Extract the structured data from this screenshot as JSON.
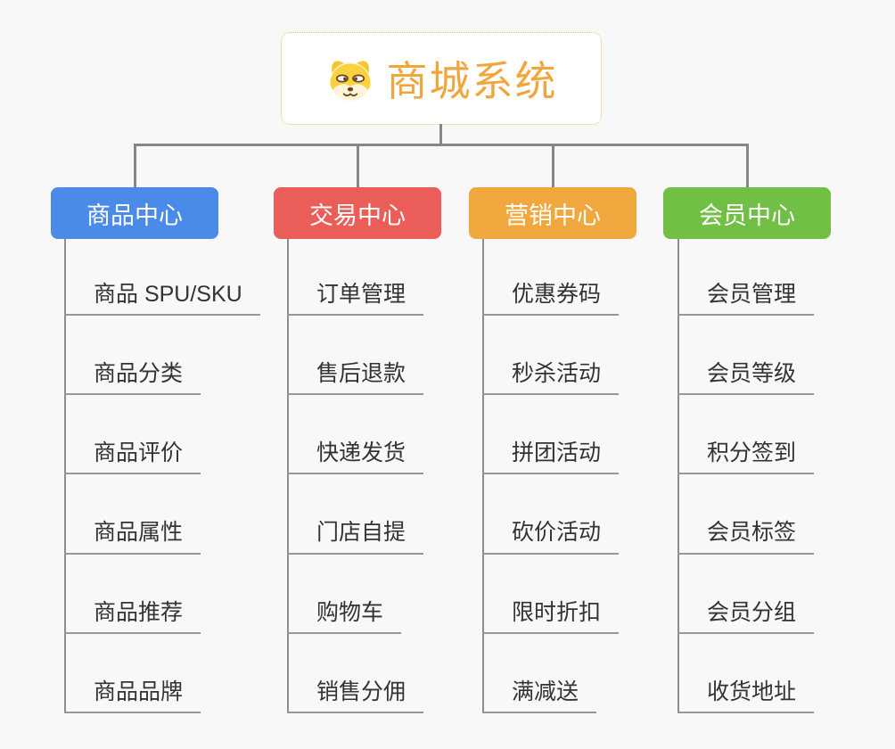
{
  "root": {
    "title": "商城系统",
    "icon": "dog-face-icon",
    "accent_color": "#f0a63c",
    "border_color": "#f0bc6a",
    "background": "#ffffff"
  },
  "canvas": {
    "background": "#f8f8f8",
    "line_color": "#868686",
    "underline_color": "#979797",
    "leaf_text_color": "#333333"
  },
  "branches": [
    {
      "label": "商品中心",
      "color": "#4a8bea",
      "items": [
        "商品 SPU/SKU",
        "商品分类",
        "商品评价",
        "商品属性",
        "商品推荐",
        "商品品牌"
      ]
    },
    {
      "label": "交易中心",
      "color": "#ea5d58",
      "items": [
        "订单管理",
        "售后退款",
        "快递发货",
        "门店自提",
        "购物车",
        "销售分佣"
      ]
    },
    {
      "label": "营销中心",
      "color": "#efa73e",
      "items": [
        "优惠券码",
        "秒杀活动",
        "拼团活动",
        "砍价活动",
        "限时折扣",
        "满减送"
      ]
    },
    {
      "label": "会员中心",
      "color": "#71bf45",
      "items": [
        "会员管理",
        "会员等级",
        "积分签到",
        "会员标签",
        "会员分组",
        "收货地址"
      ]
    }
  ]
}
